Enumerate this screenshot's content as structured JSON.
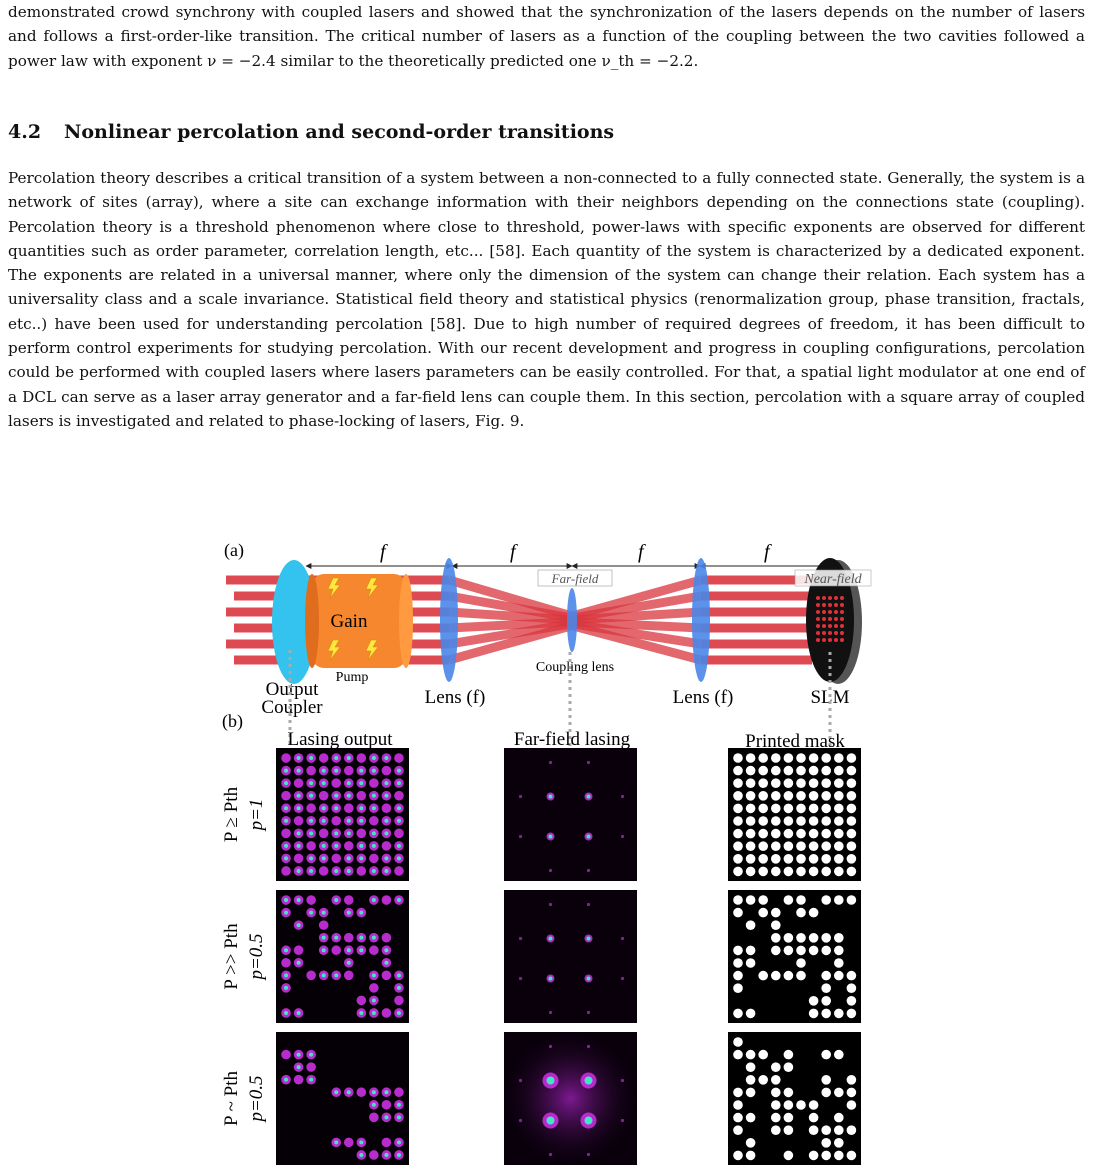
{
  "paragraph_top": "demonstrated crowd synchrony with coupled lasers and showed that the synchronization of the lasers depends on the number of lasers and follows a first-order-like transition. The critical number of lasers as a function of the coupling between the two cavities followed a power law with exponent ν = −2.4 similar to the theoretically predicted one ν_th = −2.2.",
  "section": {
    "number": "4.2",
    "title": "Nonlinear percolation and second-order transitions"
  },
  "paragraph_main": "Percolation theory describes a critical transition of a system between a non-connected to a fully connected state. Generally, the system is a network of sites (array), where a site can exchange information with their neighbors depending on the connections state (coupling). Percolation theory is a threshold phenomenon where close to threshold, power-laws with specific exponents are observed for different quantities such as order parameter, correlation length, etc... [58]. Each quantity of the system is characterized by a dedicated exponent. The exponents are related in a universal manner, where only the dimension of the system can change their relation. Each system has a universality class and a scale invariance. Statistical field theory and statistical physics (renormalization group, phase transition, fractals, etc..) have been used for understanding percolation [58]. Due to high number of required degrees of freedom, it has been difficult to perform control experiments for studying percolation. With our recent development and progress in coupling configurations, percolation could be performed with coupled lasers where lasers parameters can be easily controlled. For that, a spatial light modulator at one end of a DCL can serve as a laser array generator and a far-field lens can couple them. In this section, percolation with a square array of coupled lasers is investigated and related to phase-locking of lasers, Fig. 9.",
  "figure": {
    "panel_a": "(a)",
    "panel_b": "(b)",
    "f_label": "f",
    "far_field_label": "Far-field",
    "near_field_label": "Near-field",
    "gain_label": "Gain",
    "pump_label": "Pump",
    "coupling_lens_label": "Coupling lens",
    "output_coupler_label": "Output Coupler",
    "lens_label": "Lens (f)",
    "slm_label": "SLM",
    "columns": [
      "Lasing output",
      "Far-field lasing",
      "Printed mask"
    ],
    "rows": [
      {
        "condition": "P ≥ Pth",
        "p_label": "p=1"
      },
      {
        "condition": "P >> Pth",
        "p_label": "p=0.5"
      },
      {
        "condition": "P ~ Pth",
        "p_label": "p=0.5"
      }
    ],
    "colors": {
      "beam": "#d9363e",
      "gain": "#f6872f",
      "coupler": "#33c3ee",
      "lens": "#4a86e8",
      "lasing_spot": "#d832f0",
      "lasing_core": "#3ee8c4"
    }
  }
}
